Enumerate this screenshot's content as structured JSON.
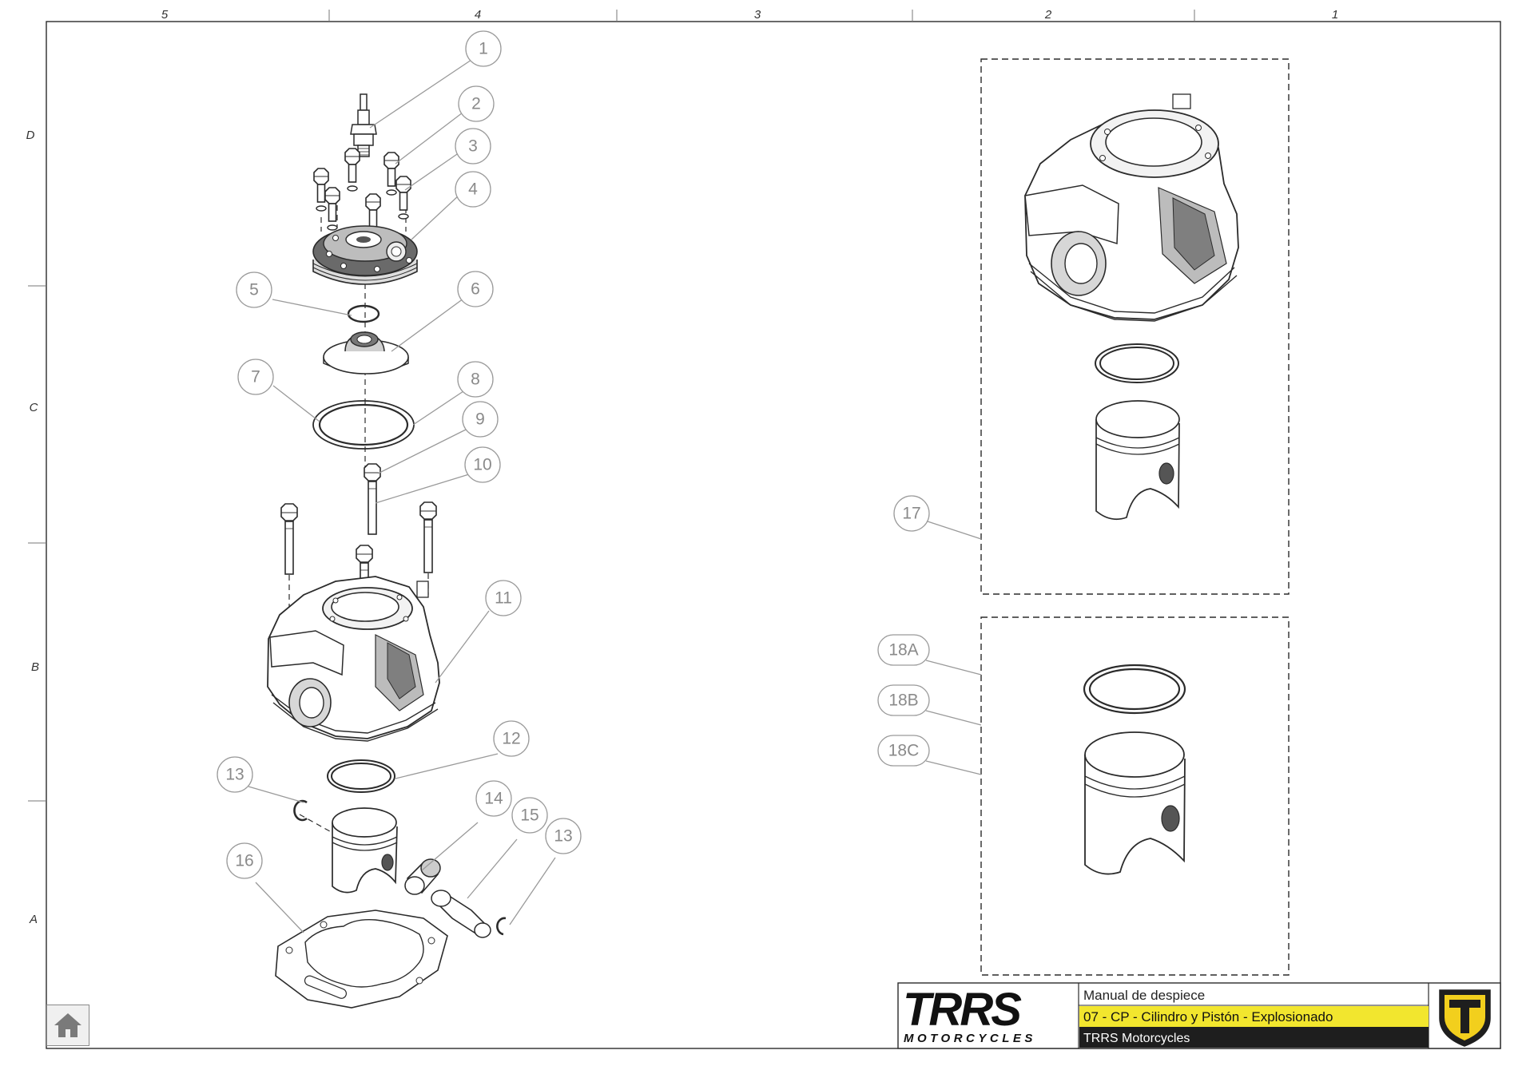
{
  "columns": [
    "5",
    "4",
    "3",
    "2",
    "1"
  ],
  "rows": [
    "D",
    "C",
    "B",
    "A"
  ],
  "callouts": [
    "1",
    "2",
    "3",
    "4",
    "5",
    "6",
    "7",
    "8",
    "9",
    "10",
    "11",
    "12",
    "13",
    "14",
    "15",
    "13",
    "16",
    "17",
    "18A",
    "18B",
    "18C"
  ],
  "title_block": {
    "logo_text": "TRRS",
    "logo_subtext": "MOTORCYCLES",
    "manual_label": "Manual de despiece",
    "section_title": "07 - CP - Cilindro y Pistón - Explosionado",
    "company": "TRRS Motorcycles"
  },
  "colors": {
    "line": "#2b2b2b",
    "callout": "#9a9a9a",
    "highlight": "#f2e62e",
    "logo_accent": "#f2cf1d"
  },
  "icons": {
    "home": "home-icon",
    "brand": "trrs-shield-icon"
  }
}
